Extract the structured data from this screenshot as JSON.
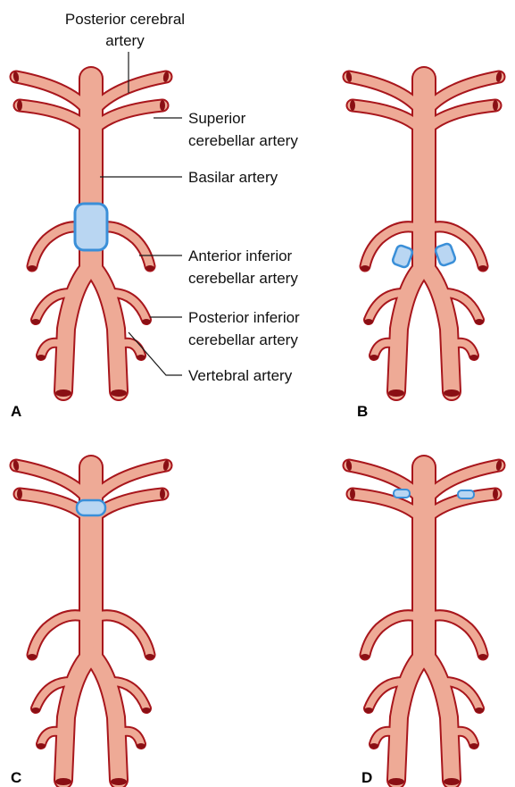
{
  "labels": {
    "posterior_cerebral_line1": "Posterior cerebral",
    "posterior_cerebral_line2": "artery",
    "superior_cerebellar_line1": "Superior",
    "superior_cerebellar_line2": "cerebellar artery",
    "basilar": "Basilar artery",
    "anterior_inferior_line1": "Anterior inferior",
    "anterior_inferior_line2": "cerebellar artery",
    "posterior_inferior_line1": "Posterior inferior",
    "posterior_inferior_line2": "cerebellar artery",
    "vertebral": "Vertebral artery"
  },
  "panels": [
    {
      "letter": "A"
    },
    {
      "letter": "B"
    },
    {
      "letter": "C"
    },
    {
      "letter": "D"
    }
  ],
  "colors": {
    "artery_fill": "#eeaa96",
    "artery_outline": "#a8161c",
    "artery_end": "#8a0f14",
    "lesion_fill": "#b9d6f2",
    "lesion_outline": "#3a8fd8"
  }
}
